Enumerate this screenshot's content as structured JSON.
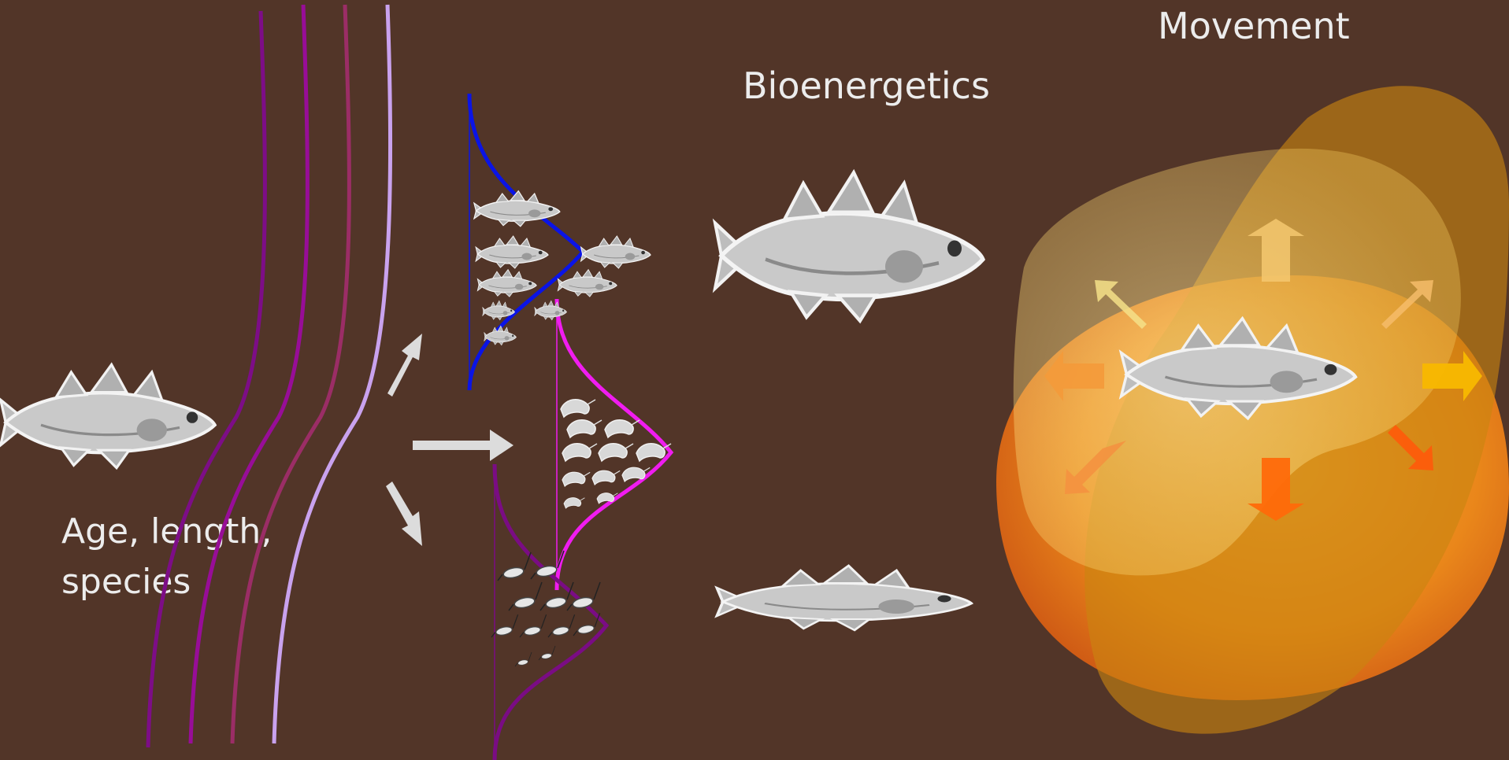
{
  "labels": {
    "movement": "Movement",
    "bioenergetics": "Bioenergetics",
    "age_line1": "Age, length,",
    "age_line2": "species"
  },
  "colors": {
    "background": "#523528",
    "text": "#ececec",
    "arrow": "#dcdcdc",
    "curve_blue": "#0a14e6",
    "curve_magenta": "#f01cf0",
    "curve_purple": "#7a0c84",
    "line_1": "#7d0d87",
    "line_2": "#980d98",
    "line_3": "#9b2d66",
    "line_4": "#c9a2ee",
    "blob_orange": "#f08a1a",
    "blob_amber": "#c98510"
  },
  "icons": [
    "fish-icon",
    "shrimp-icon",
    "zooplankton-icon",
    "arrow-icon"
  ]
}
